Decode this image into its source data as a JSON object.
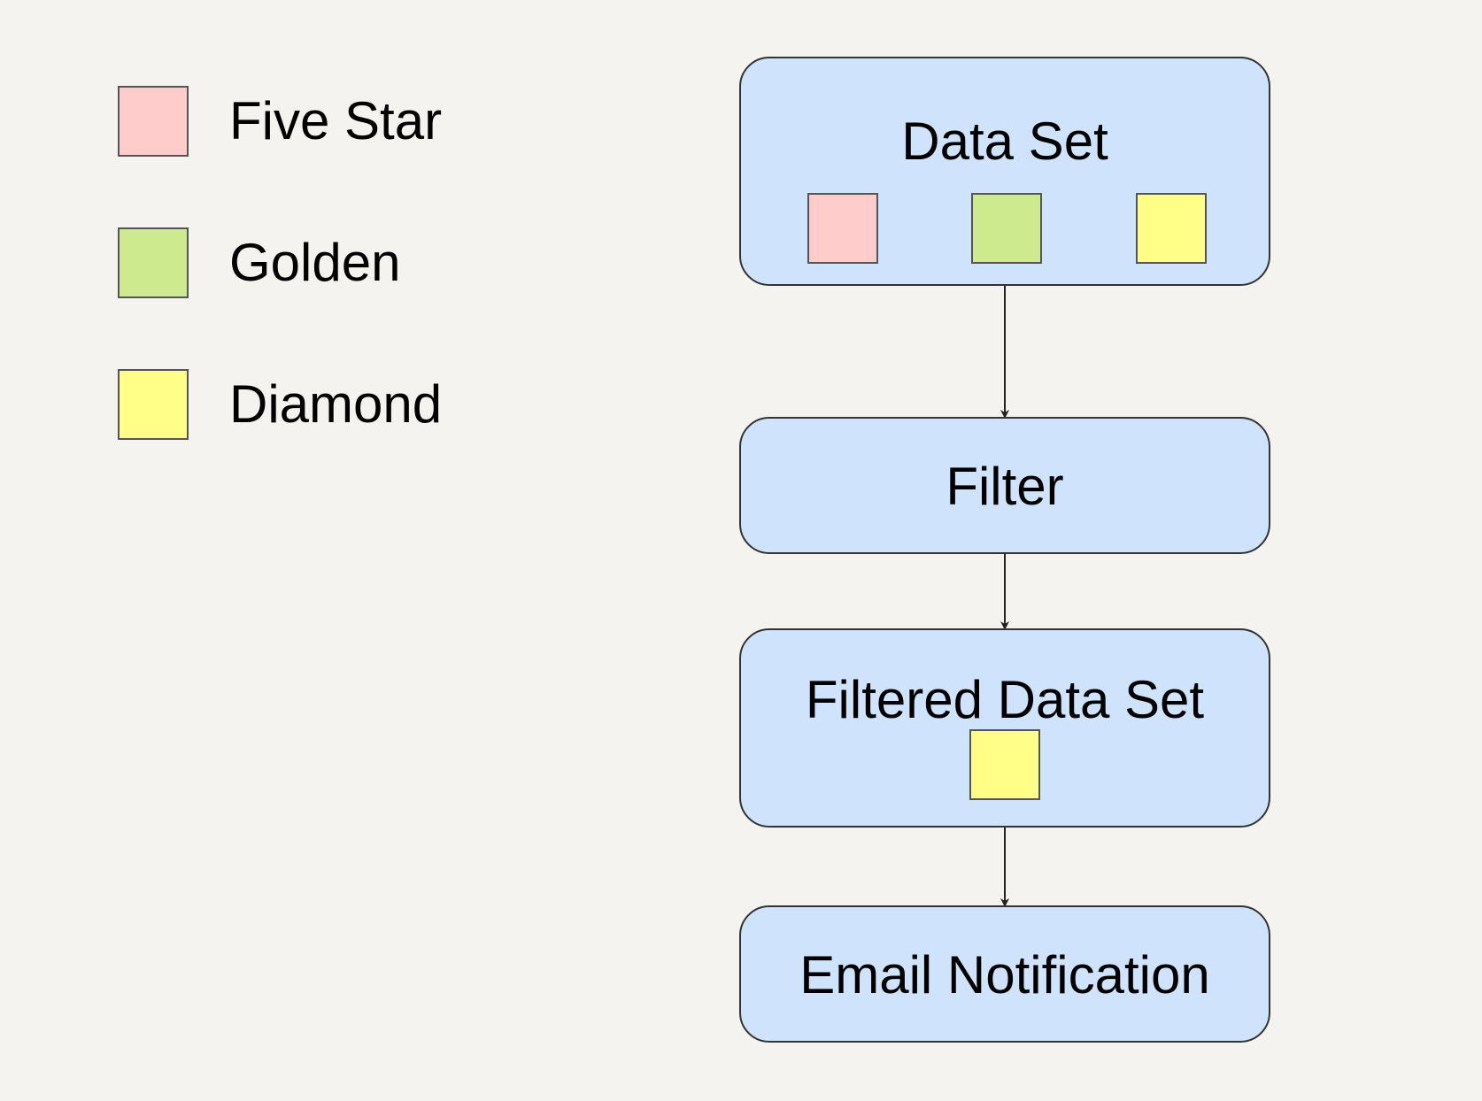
{
  "legend": [
    {
      "label": "Five Star",
      "color": "#ffcccc"
    },
    {
      "label": "Golden",
      "color": "#cdeb8e"
    },
    {
      "label": "Diamond",
      "color": "#ffff88"
    }
  ],
  "nodes": {
    "data_set": {
      "title": "Data Set",
      "items": [
        "Five Star",
        "Golden",
        "Diamond"
      ]
    },
    "filter": {
      "title": "Filter"
    },
    "filtered_data_set": {
      "title": "Filtered Data Set",
      "items": [
        "Diamond"
      ]
    },
    "email_notification": {
      "title": "Email Notification"
    }
  },
  "edges": [
    {
      "from": "Data Set",
      "to": "Filter"
    },
    {
      "from": "Filter",
      "to": "Filtered Data Set"
    },
    {
      "from": "Filtered Data Set",
      "to": "Email Notification"
    }
  ],
  "colors": {
    "background": "#f5f3ef",
    "node_fill": "#cfe4fc",
    "node_border": "#333333",
    "connector": "#222222"
  }
}
